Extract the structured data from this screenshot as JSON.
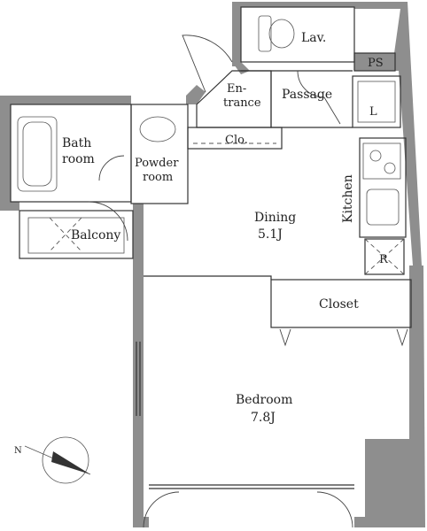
{
  "rooms": {
    "lavatory": "Lav.",
    "ps": "PS",
    "entrance_line1": "En-",
    "entrance_line2": "trance",
    "passage": "Passage",
    "laundry": "L",
    "bath_line1": "Bath",
    "bath_line2": "room",
    "powder_line1": "Powder",
    "powder_line2": "room",
    "clo": "Clo.",
    "kitchen": "Kitchen",
    "dining_name": "Dining",
    "dining_size": "5.1J",
    "balcony": "Balcony",
    "refrigerator": "R",
    "closet": "Closet",
    "bedroom_name": "Bedroom",
    "bedroom_size": "7.8J"
  },
  "compass": {
    "north": "N"
  },
  "colors": {
    "wall": "#8e8e8e",
    "line": "#333333",
    "background": "#ffffff"
  }
}
